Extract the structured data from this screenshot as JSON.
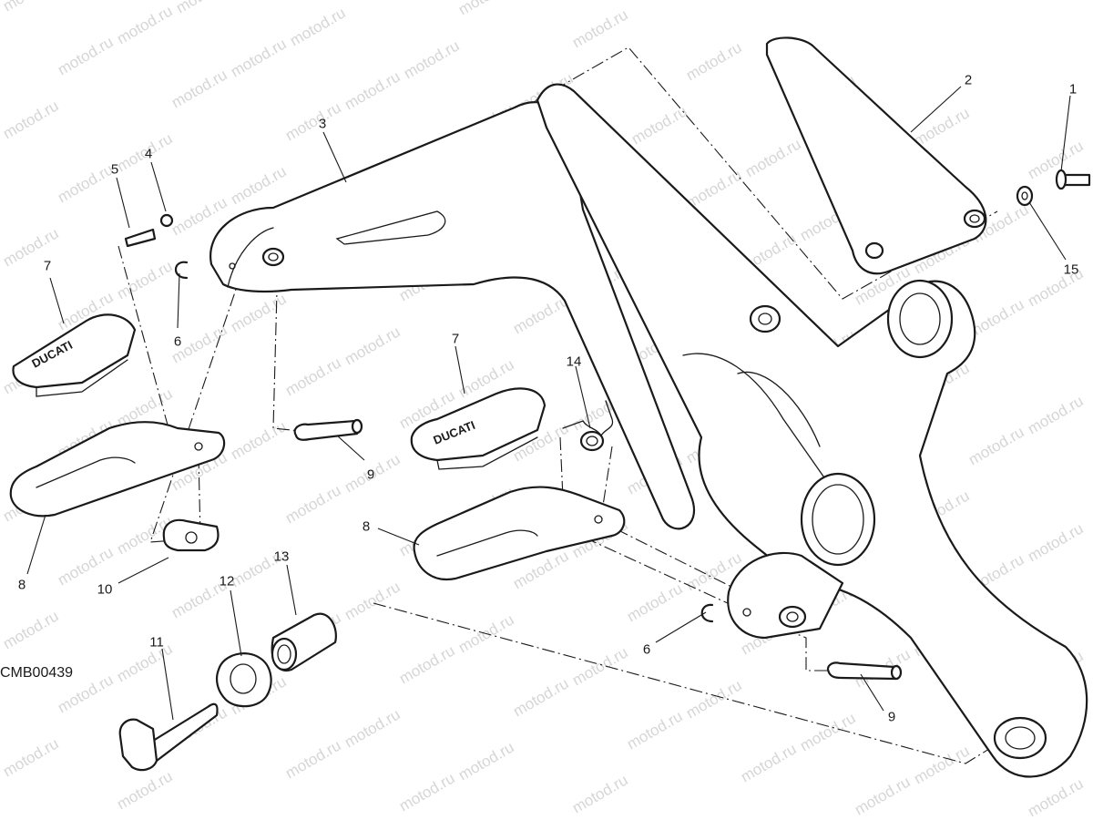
{
  "diagram": {
    "watermark": "motod.ru",
    "drawing_code": "CMB00439",
    "brand_marking": "DUCATI",
    "callouts": [
      {
        "id": "c1",
        "label": "1"
      },
      {
        "id": "c2",
        "label": "2"
      },
      {
        "id": "c3",
        "label": "3"
      },
      {
        "id": "c4",
        "label": "4"
      },
      {
        "id": "c5",
        "label": "5"
      },
      {
        "id": "c6a",
        "label": "6"
      },
      {
        "id": "c6b",
        "label": "6"
      },
      {
        "id": "c7a",
        "label": "7"
      },
      {
        "id": "c7b",
        "label": "7"
      },
      {
        "id": "c8a",
        "label": "8"
      },
      {
        "id": "c8b",
        "label": "8"
      },
      {
        "id": "c9a",
        "label": "9"
      },
      {
        "id": "c9b",
        "label": "9"
      },
      {
        "id": "c10",
        "label": "10"
      },
      {
        "id": "c11",
        "label": "11"
      },
      {
        "id": "c12",
        "label": "12"
      },
      {
        "id": "c13",
        "label": "13"
      },
      {
        "id": "c14",
        "label": "14"
      },
      {
        "id": "c15",
        "label": "15"
      }
    ]
  }
}
